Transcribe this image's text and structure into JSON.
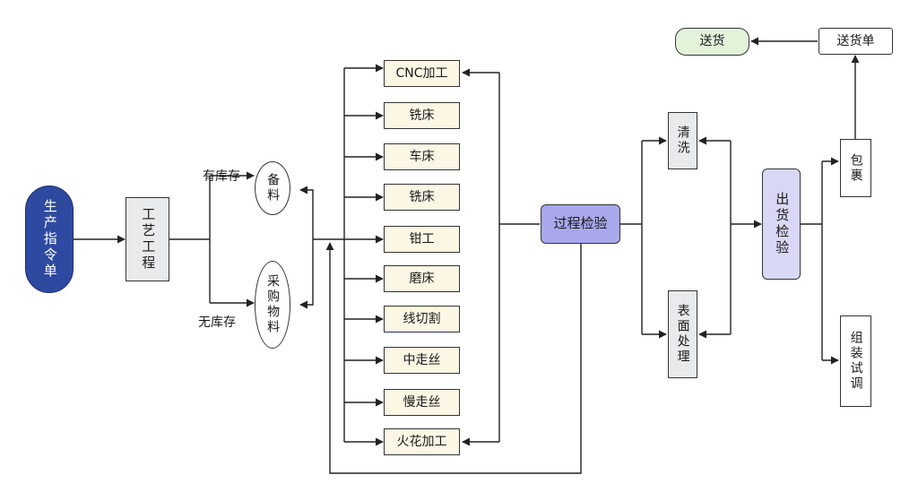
{
  "diagram": {
    "start": "生产指令单",
    "craft": "工艺工程",
    "in_stock_label": "有库存",
    "out_of_stock_label": "无库存",
    "prepare": "备料",
    "purchase": "采购物料",
    "processes": [
      "CNC加工",
      "铣床",
      "车床",
      "铣床",
      "钳工",
      "磨床",
      "线切割",
      "中走丝",
      "慢走丝",
      "火花加工"
    ],
    "inspection": "过程检验",
    "clean": "清洗",
    "surface": "表面处理",
    "outgoing": "出货检验",
    "pack": "包裹",
    "assemble": "组装试调",
    "delivery_note": "送货单",
    "delivery": "送货"
  },
  "colors": {
    "start_fill": "#2e4aa0",
    "inspection_fill": "#a9a8ec",
    "outgoing_fill": "#d8d8f6",
    "delivery_fill": "#e2f3da",
    "process_fill": "#fcf6e4",
    "gray_fill": "#e8eaeb"
  }
}
